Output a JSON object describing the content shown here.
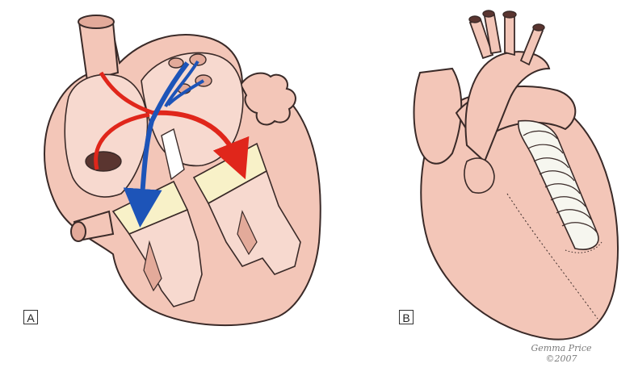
{
  "panels": [
    {
      "id": "A",
      "label": "A"
    },
    {
      "id": "B",
      "label": "B"
    }
  ],
  "signature": {
    "line1": "Gemma Price",
    "line2": "©2007"
  },
  "colors": {
    "tissue": "#f3c6b8",
    "tissue_dark": "#e3aa9a",
    "chamber_inner": "#f7d9cf",
    "outline": "#3a2a28",
    "valve": "#f8f1c8",
    "red_flow": "#e0261b",
    "blue_flow": "#1d54b8",
    "graft": "#f6f6ef"
  }
}
